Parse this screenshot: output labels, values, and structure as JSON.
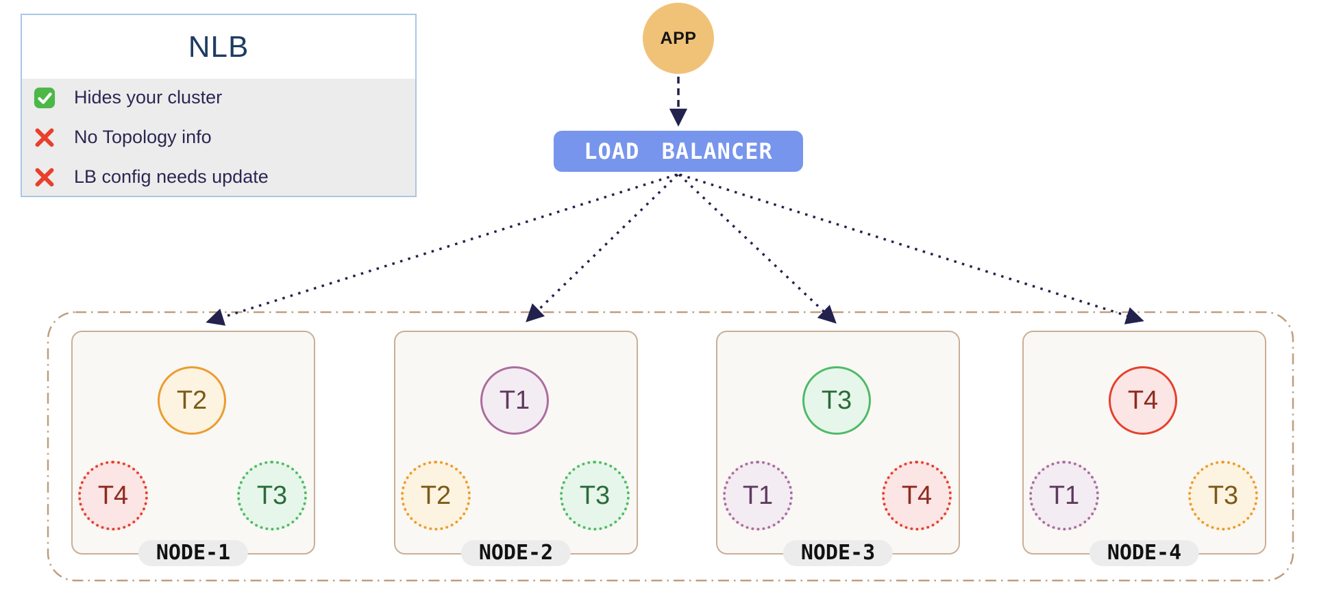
{
  "legend": {
    "title": "NLB",
    "items": [
      {
        "icon": "check-icon",
        "label": "Hides your cluster"
      },
      {
        "icon": "cross-icon",
        "label": "No Topology info"
      },
      {
        "icon": "cross-icon",
        "label": "LB config needs update"
      }
    ]
  },
  "app": {
    "label": "APP"
  },
  "load_balancer": {
    "label": "LOAD BALANCER"
  },
  "nodes": [
    {
      "label": "NODE-1",
      "circles": [
        {
          "label": "T2",
          "tone": "orange",
          "style": "solid"
        },
        {
          "label": "T4",
          "tone": "red",
          "style": "dotted"
        },
        {
          "label": "T3",
          "tone": "green",
          "style": "dotted"
        }
      ]
    },
    {
      "label": "NODE-2",
      "circles": [
        {
          "label": "T1",
          "tone": "purple",
          "style": "solid"
        },
        {
          "label": "T2",
          "tone": "orange",
          "style": "dotted"
        },
        {
          "label": "T3",
          "tone": "green",
          "style": "dotted"
        }
      ]
    },
    {
      "label": "NODE-3",
      "circles": [
        {
          "label": "T3",
          "tone": "green",
          "style": "solid"
        },
        {
          "label": "T1",
          "tone": "purple",
          "style": "dotted"
        },
        {
          "label": "T4",
          "tone": "red",
          "style": "dotted"
        }
      ]
    },
    {
      "label": "NODE-4",
      "circles": [
        {
          "label": "T4",
          "tone": "red",
          "style": "solid"
        },
        {
          "label": "T1",
          "tone": "purple",
          "style": "dotted"
        },
        {
          "label": "T3",
          "tone": "orange",
          "style": "dotted"
        }
      ]
    }
  ],
  "palette": {
    "app_fill": "#f0c278",
    "lb_fill": "#7795ec",
    "lb_text": "#ffffff",
    "arrow_navy": "#23224e",
    "legend_border": "#a9c6e6",
    "legend_body_bg": "#ececec",
    "legend_title": "#1d3c64",
    "legend_text": "#2b2753",
    "check_green": "#4db748",
    "cross_red": "#e8402c",
    "cluster_border": "#bf9e7c",
    "node_border": "#c9ae96",
    "node_fill": "#faf8f5",
    "tone_orange": "#eb9c2e",
    "tone_red": "#e5402c",
    "tone_green": "#4fba68",
    "tone_purple": "#ab6d9e"
  }
}
